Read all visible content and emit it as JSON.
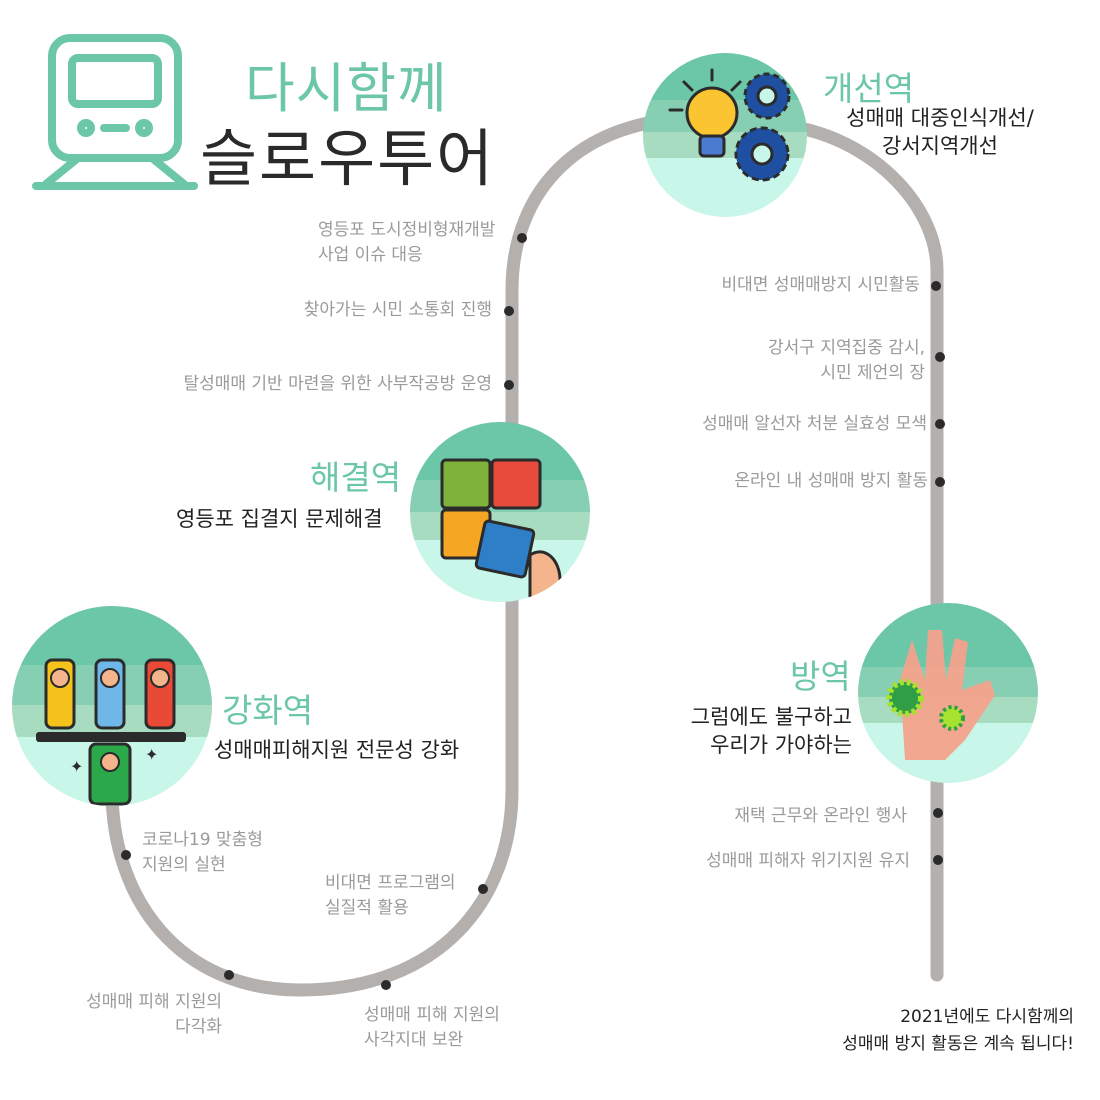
{
  "title": {
    "line1": "다시함께",
    "line2": "슬로우투어"
  },
  "colors": {
    "accent": "#6cc6a8",
    "track": "#b3b0ad",
    "stop_text": "#9a9a9a",
    "text": "#222222"
  },
  "stations": {
    "improve": {
      "name": "개선역",
      "desc": [
        "성매매 대중인식개선/",
        "강서지역개선"
      ],
      "icon": "lightbulb-gears-icon"
    },
    "solve": {
      "name": "해결역",
      "desc": [
        "영등포 집결지 문제해결"
      ],
      "icon": "puzzle-icon"
    },
    "strengthen": {
      "name": "강화역",
      "desc": [
        "성매매피해지원 전문성 강화"
      ],
      "icon": "raised-hands-icon"
    },
    "defense": {
      "name": "방역",
      "desc": [
        "그럼에도 불구하고",
        "우리가 가야하는"
      ],
      "icon": "hand-virus-icon"
    }
  },
  "stops": {
    "left_top": [
      {
        "lines": [
          "영등포 도시정비형재개발",
          "사업 이슈 대응"
        ]
      },
      {
        "lines": [
          "찾아가는 시민 소통회 진행"
        ]
      },
      {
        "lines": [
          "탈성매매 기반 마련을 위한 사부작공방 운영"
        ]
      }
    ],
    "right_mid": [
      {
        "lines": [
          "비대면 성매매방지 시민활동"
        ]
      },
      {
        "lines": [
          "강서구 지역집중 감시,",
          "시민 제언의 장"
        ]
      },
      {
        "lines": [
          "성매매 알선자 처분 실효성 모색"
        ]
      },
      {
        "lines": [
          "온라인 내 성매매 방지 활동"
        ]
      }
    ],
    "bottom": [
      {
        "lines": [
          "코로나19 맞춤형",
          "지원의 실현"
        ]
      },
      {
        "lines": [
          "비대면 프로그램의",
          "실질적 활용"
        ]
      },
      {
        "lines": [
          "성매매 피해 지원의",
          "다각화"
        ]
      },
      {
        "lines": [
          "성매매 피해 지원의",
          "사각지대 보완"
        ]
      }
    ],
    "right_bottom": [
      {
        "lines": [
          "재택 근무와 온라인 행사"
        ]
      },
      {
        "lines": [
          "성매매 피해자 위기지원 유지"
        ]
      }
    ]
  },
  "footer": {
    "line1": "2021년에도 다시함께의",
    "line2": "성매매 방지 활동은 계속 됩니다!"
  }
}
